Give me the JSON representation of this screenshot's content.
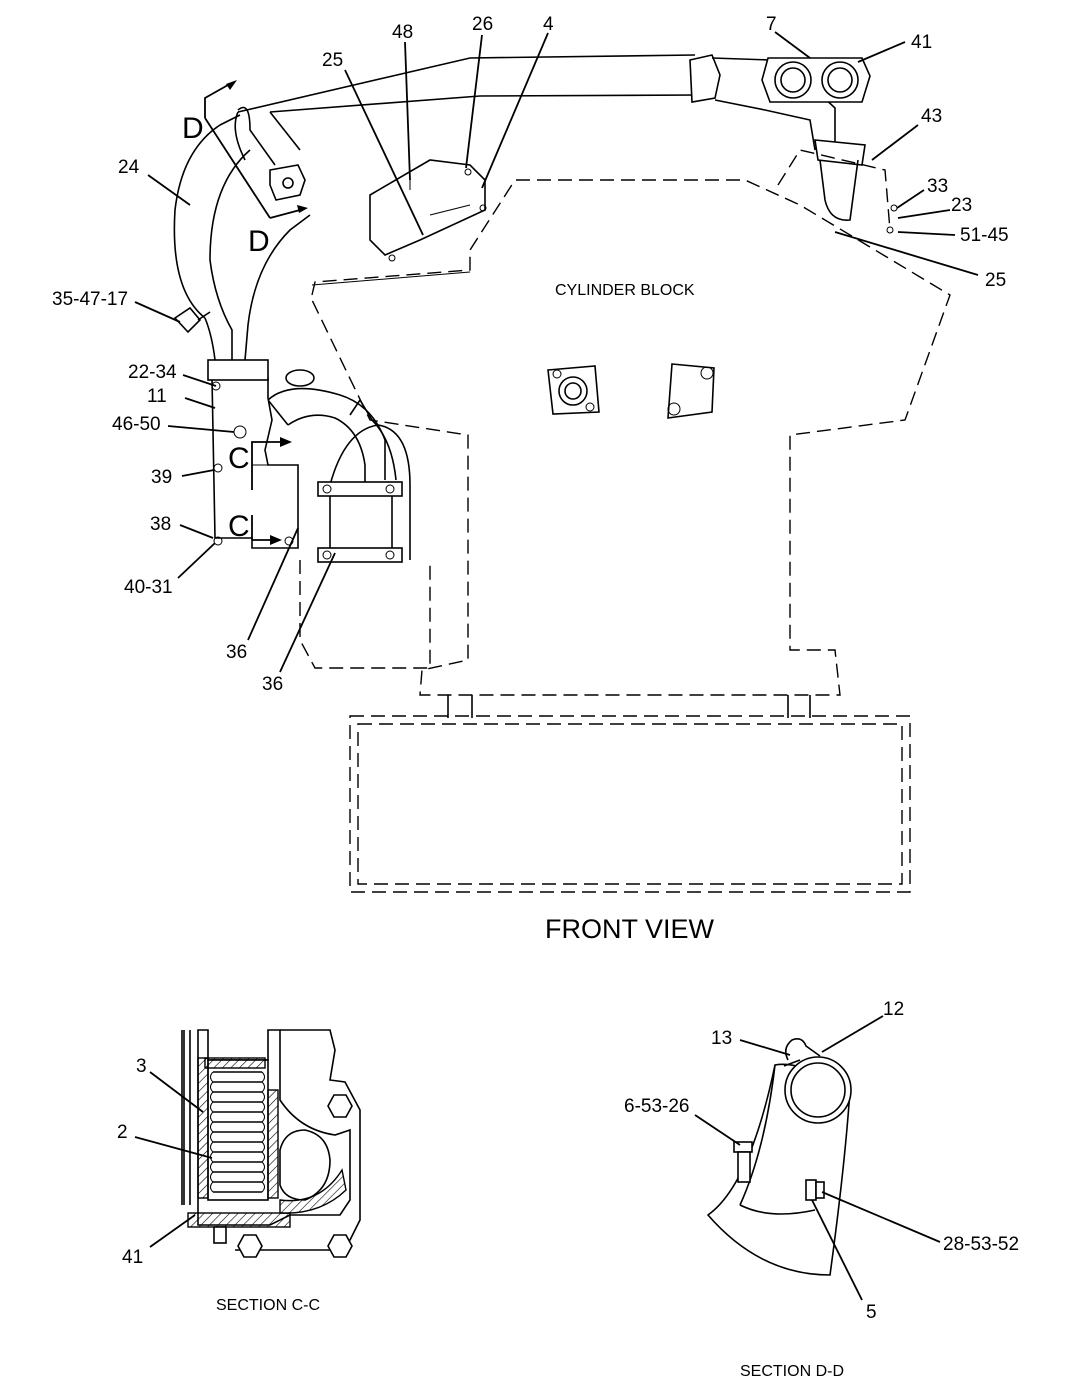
{
  "front_view": {
    "title": "FRONT VIEW",
    "block_label": "CYLINDER BLOCK"
  },
  "section_markers": {
    "d_top": "D",
    "d_bottom": "D",
    "c_top": "C",
    "c_bottom": "C"
  },
  "callouts": {
    "c48": "48",
    "c26": "26",
    "c4": "4",
    "c25_top": "25",
    "c7": "7",
    "c41_top": "41",
    "c43": "43",
    "c33": "33",
    "c23": "23",
    "c51_45": "51-45",
    "c25_right": "25",
    "c24": "24",
    "c35_47_17": "35-47-17",
    "c22_34": "22-34",
    "c11": "11",
    "c46_50": "46-50",
    "c39": "39",
    "c38": "38",
    "c40_31": "40-31",
    "c36_a": "36",
    "c36_b": "36"
  },
  "section_cc": {
    "title": "SECTION C-C",
    "c3": "3",
    "c2": "2",
    "c41": "41"
  },
  "section_dd": {
    "title": "SECTION D-D",
    "c13": "13",
    "c12": "12",
    "c6_53_26": "6-53-26",
    "c28_53_52": "28-53-52",
    "c5": "5"
  }
}
